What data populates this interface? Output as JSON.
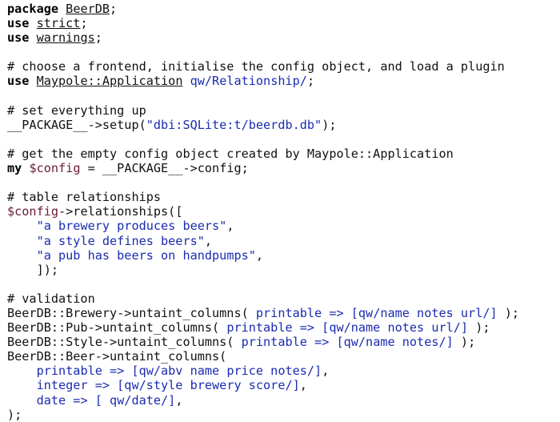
{
  "code": {
    "lines": [
      [
        {
          "t": "package",
          "c": "kw"
        },
        {
          "t": " ",
          "c": ""
        },
        {
          "t": "BeerDB",
          "c": "id"
        },
        {
          "t": ";",
          "c": ""
        }
      ],
      [
        {
          "t": "use",
          "c": "kw"
        },
        {
          "t": " ",
          "c": ""
        },
        {
          "t": "strict",
          "c": "id"
        },
        {
          "t": ";",
          "c": ""
        }
      ],
      [
        {
          "t": "use",
          "c": "kw"
        },
        {
          "t": " ",
          "c": ""
        },
        {
          "t": "warnings",
          "c": "id"
        },
        {
          "t": ";",
          "c": ""
        }
      ],
      [],
      [
        {
          "t": "# choose a frontend, initialise the config object, and load a plugin",
          "c": "cm"
        }
      ],
      [
        {
          "t": "use",
          "c": "kw"
        },
        {
          "t": " ",
          "c": ""
        },
        {
          "t": "Maypole::Application",
          "c": "id"
        },
        {
          "t": " ",
          "c": ""
        },
        {
          "t": "qw/Relationship/",
          "c": "str"
        },
        {
          "t": ";",
          "c": ""
        }
      ],
      [],
      [
        {
          "t": "# set everything up",
          "c": "cm"
        }
      ],
      [
        {
          "t": "__PACKAGE__->setup(",
          "c": ""
        },
        {
          "t": "\"dbi:SQLite:t/beerdb.db\"",
          "c": "str"
        },
        {
          "t": ");",
          "c": ""
        }
      ],
      [],
      [
        {
          "t": "# get the empty config object created by Maypole::Application",
          "c": "cm"
        }
      ],
      [
        {
          "t": "my",
          "c": "kw"
        },
        {
          "t": " ",
          "c": ""
        },
        {
          "t": "$config",
          "c": "var"
        },
        {
          "t": " = __PACKAGE__->config;",
          "c": ""
        }
      ],
      [],
      [
        {
          "t": "# table relationships",
          "c": "cm"
        }
      ],
      [
        {
          "t": "$config",
          "c": "var"
        },
        {
          "t": "->relationships([",
          "c": ""
        }
      ],
      [
        {
          "t": "    ",
          "c": ""
        },
        {
          "t": "\"a brewery produces beers\"",
          "c": "str"
        },
        {
          "t": ",",
          "c": ""
        }
      ],
      [
        {
          "t": "    ",
          "c": ""
        },
        {
          "t": "\"a style defines beers\"",
          "c": "str"
        },
        {
          "t": ",",
          "c": ""
        }
      ],
      [
        {
          "t": "    ",
          "c": ""
        },
        {
          "t": "\"a pub has beers on handpumps\"",
          "c": "str"
        },
        {
          "t": ",",
          "c": ""
        }
      ],
      [
        {
          "t": "    ]);",
          "c": ""
        }
      ],
      [],
      [
        {
          "t": "# validation",
          "c": "cm"
        }
      ],
      [
        {
          "t": "BeerDB::Brewery->untaint_columns( ",
          "c": ""
        },
        {
          "t": "printable => [qw/name notes url/]",
          "c": "str"
        },
        {
          "t": " );",
          "c": ""
        }
      ],
      [
        {
          "t": "BeerDB::Pub->untaint_columns( ",
          "c": ""
        },
        {
          "t": "printable => [qw/name notes url/]",
          "c": "str"
        },
        {
          "t": " );",
          "c": ""
        }
      ],
      [
        {
          "t": "BeerDB::Style->untaint_columns( ",
          "c": ""
        },
        {
          "t": "printable => [qw/name notes/]",
          "c": "str"
        },
        {
          "t": " );",
          "c": ""
        }
      ],
      [
        {
          "t": "BeerDB::Beer->untaint_columns(",
          "c": ""
        }
      ],
      [
        {
          "t": "    ",
          "c": ""
        },
        {
          "t": "printable => [qw/abv name price notes/]",
          "c": "str"
        },
        {
          "t": ",",
          "c": ""
        }
      ],
      [
        {
          "t": "    ",
          "c": ""
        },
        {
          "t": "integer => [qw/style brewery score/]",
          "c": "str"
        },
        {
          "t": ",",
          "c": ""
        }
      ],
      [
        {
          "t": "    ",
          "c": ""
        },
        {
          "t": "date => [ qw/date/]",
          "c": "str"
        },
        {
          "t": ",",
          "c": ""
        }
      ],
      [
        {
          "t": ");",
          "c": ""
        }
      ]
    ]
  }
}
